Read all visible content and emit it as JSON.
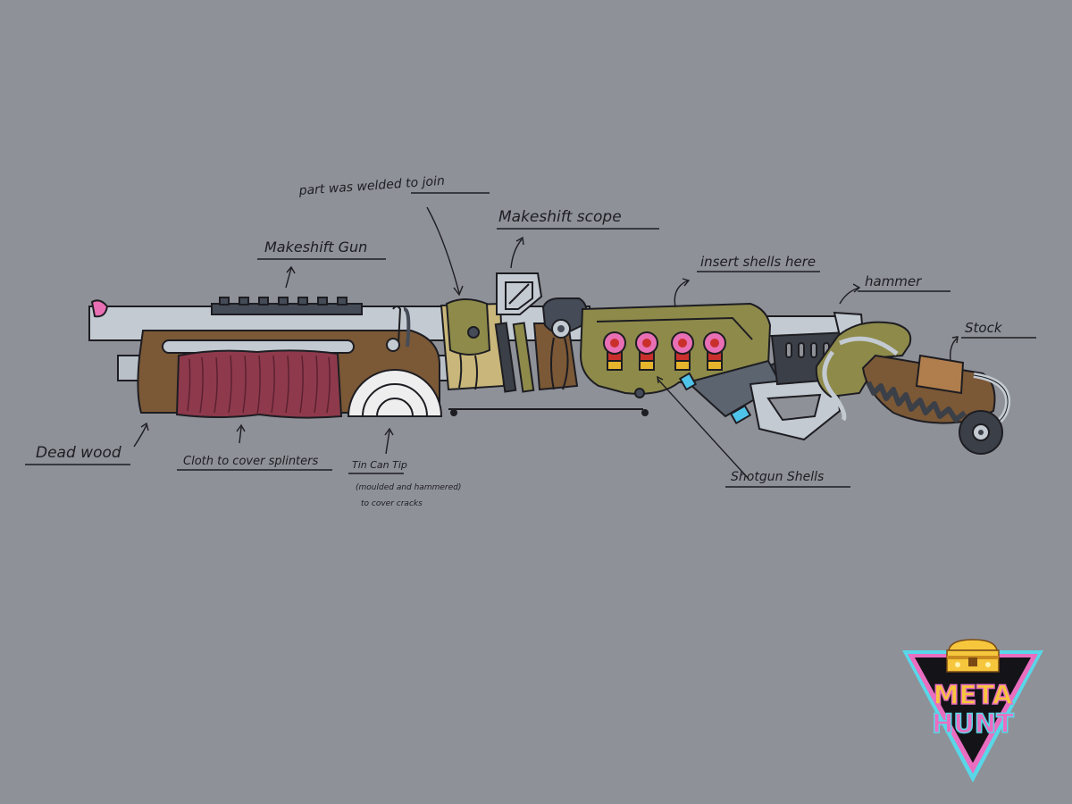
{
  "annotations": {
    "weld": "part was welded to join",
    "scope": "Makeshift scope",
    "gun": "Makeshift Gun",
    "insert": "insert shells here",
    "hammer": "hammer",
    "stock": "Stock",
    "deadwood": "Dead wood",
    "cloth": "Cloth to cover splinters",
    "tincan_1": "Tin Can Tip",
    "tincan_2": "(moulded and hammered)",
    "tincan_3": "to cover cracks",
    "shells": "Shotgun Shells"
  },
  "logo": {
    "line1": "META",
    "line2": "HUNT",
    "colors": {
      "gold": "#f6c63c",
      "pink": "#ea6ec0",
      "cyan": "#58d7e8",
      "dark": "#141418"
    }
  },
  "colors": {
    "background": "#8f9198",
    "metal": "#c3cad2",
    "wood": "#7b5836",
    "cloth": "#8e3a4c",
    "olive": "#8e8a4a",
    "khaki": "#c8b67a",
    "shell_red": "#c9302c",
    "shell_brass": "#e6b52c",
    "shell_cap": "#e96fb4",
    "accent_cyan": "#4fc4ea"
  }
}
